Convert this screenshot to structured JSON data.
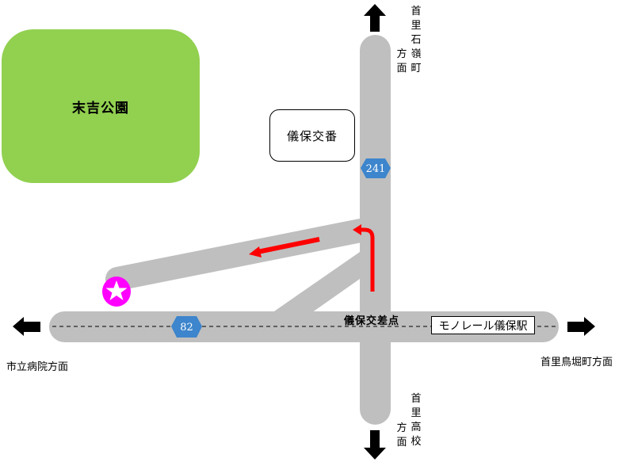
{
  "map": {
    "colors": {
      "road": "#bfbfbf",
      "park": "#92d050",
      "route": "#ff0000",
      "destination_marker": "#ff00ff",
      "route_badge": "#3d85cc",
      "arrow": "#000000"
    },
    "park": {
      "label": "末吉公園"
    },
    "police_box": {
      "label": "儀保交番"
    },
    "intersection": {
      "label": "儀保交差点"
    },
    "station": {
      "label": "モノレール儀保駅"
    },
    "route_badges": [
      {
        "number": "241",
        "road": "vertical"
      },
      {
        "number": "82",
        "road": "horizontal"
      }
    ],
    "directions": {
      "north": {
        "line1": "首里石嶺町",
        "line2": "方面"
      },
      "south": {
        "line1": "首里高校",
        "line2": "方面"
      },
      "west": {
        "label": "市立病院方面"
      },
      "east": {
        "label": "首里鳥堀町方面"
      }
    },
    "destination_icon": "star-icon"
  }
}
